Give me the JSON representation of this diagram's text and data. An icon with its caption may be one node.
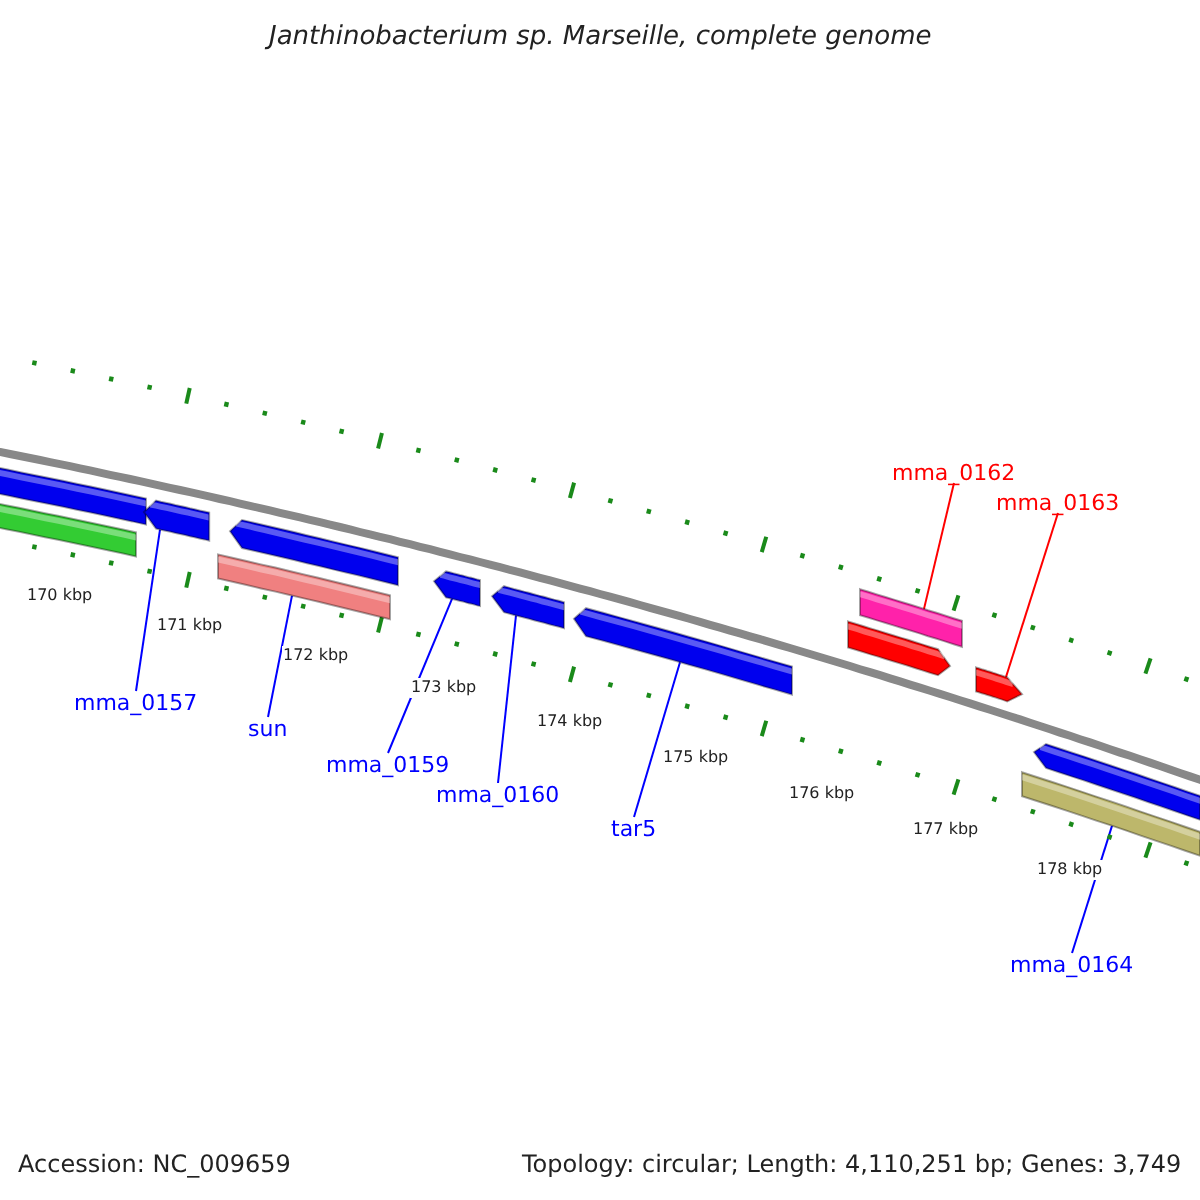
{
  "diagram": {
    "title": "Janthinobacterium sp. Marseille, complete genome",
    "nodes": [
      {
        "text": [],
        "shape": "bar"
      },
      {
        "text": [],
        "shape": "bar"
      },
      {
        "text": [],
        "shape": "pentagon"
      },
      {
        "text": [],
        "shape": "pentagon"
      },
      {
        "text": [],
        "shape": "bar"
      },
      {
        "text": [],
        "shape": "pentagon"
      },
      {
        "text": [],
        "shape": "pentagon"
      },
      {
        "text": [],
        "shape": "pentagon"
      },
      {
        "text": [],
        "shape": "bar"
      },
      {
        "text": [],
        "shape": "pentagon"
      },
      {
        "text": [],
        "shape": "pentagon"
      },
      {
        "text": [],
        "shape": "pentagon"
      },
      {
        "text": [],
        "shape": "bar"
      },
      {
        "text": [
          "mma_0157"
        ]
      },
      {
        "text": [
          "sun"
        ]
      },
      {
        "text": [
          "mma_0159"
        ]
      },
      {
        "text": [
          "mma_0160"
        ]
      },
      {
        "text": [
          "tar5"
        ]
      },
      {
        "text": [
          "mma_0162"
        ]
      },
      {
        "text": [
          "mma_0163"
        ]
      },
      {
        "text": [
          "mma_0164"
        ]
      }
    ],
    "edges": [
      {
        "from": 13,
        "to": 2,
        "arrow": "none"
      },
      {
        "from": 14,
        "to": 4,
        "arrow": "none"
      },
      {
        "from": 15,
        "to": 5,
        "arrow": "none"
      },
      {
        "from": 16,
        "to": 6,
        "arrow": "none"
      },
      {
        "from": 17,
        "to": 7,
        "arrow": "none"
      },
      {
        "from": 18,
        "to": 8,
        "arrow": "none",
        "color": "#ff0000"
      },
      {
        "from": 19,
        "to": 10,
        "arrow": "none",
        "color": "#ff0000"
      },
      {
        "from": 20,
        "to": 12,
        "arrow": "none"
      }
    ],
    "labels": [
      "170 kbp",
      "171 kbp",
      "172 kbp",
      "173 kbp",
      "174 kbp",
      "175 kbp",
      "176 kbp",
      "177 kbp",
      "178 kbp",
      "Accession: NC_009659",
      "Topology: circular; Length: 4,110,251 bp; Genes: 3,749"
    ]
  }
}
